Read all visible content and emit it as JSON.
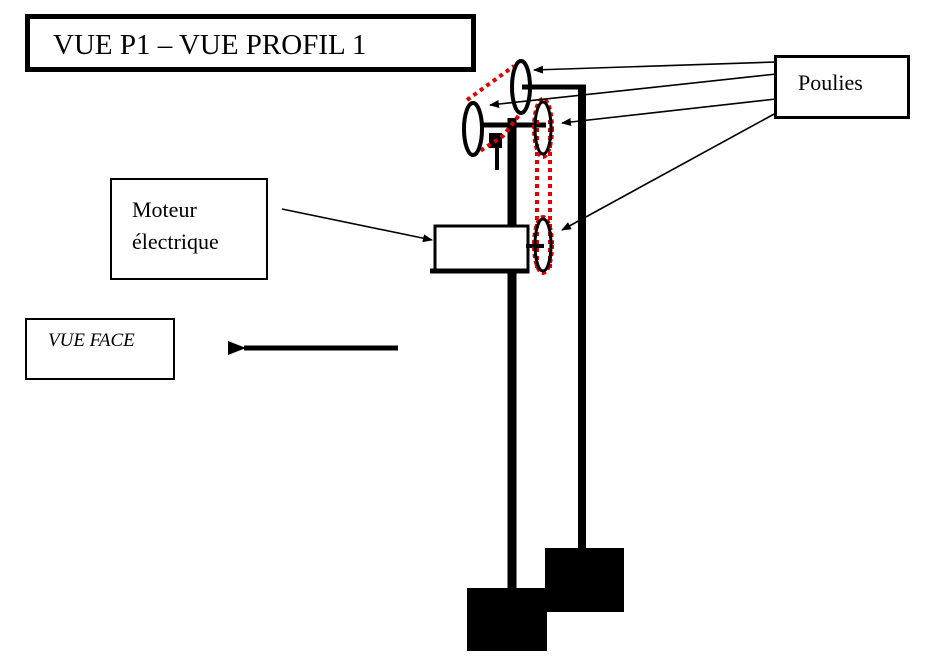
{
  "title": "VUE P1 – VUE PROFIL 1",
  "labels": {
    "poulies": "Poulies",
    "moteur": "Moteur\nélectrique",
    "vue_face": "VUE FACE"
  },
  "colors": {
    "line": "#000000",
    "belt": "#e00000",
    "background": "#ffffff"
  }
}
